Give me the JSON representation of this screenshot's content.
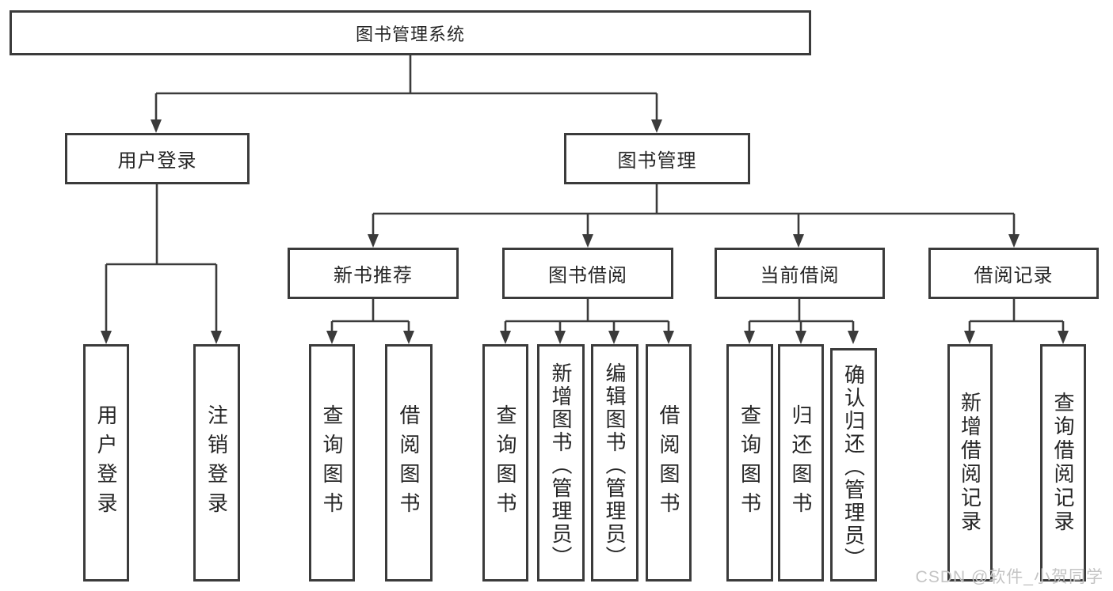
{
  "diagram": {
    "root": {
      "label": "图书管理系统"
    },
    "level2": [
      {
        "label": "用户登录"
      },
      {
        "label": "图书管理"
      }
    ],
    "level3": [
      {
        "label": "新书推荐"
      },
      {
        "label": "图书借阅"
      },
      {
        "label": "当前借阅"
      },
      {
        "label": "借阅记录"
      }
    ],
    "leaves": {
      "user_login": [
        {
          "label": "用户登录"
        },
        {
          "label": "注销登录"
        }
      ],
      "new_books": [
        {
          "label": "查询图书"
        },
        {
          "label": "借阅图书"
        }
      ],
      "book_borrow": [
        {
          "label": "查询图书"
        },
        {
          "label": "新增图书（管理员）"
        },
        {
          "label": "编辑图书（管理员）"
        },
        {
          "label": "借阅图书"
        }
      ],
      "current_borrow": [
        {
          "label": "查询图书"
        },
        {
          "label": "归还图书"
        },
        {
          "label": "确认归还（管理员）"
        }
      ],
      "borrow_records": [
        {
          "label": "新增借阅记录"
        },
        {
          "label": "查询借阅记录"
        }
      ]
    },
    "line_color": "#3b3b3b",
    "text_color": "#262626",
    "background_color": "#ffffff"
  },
  "watermark": {
    "text": "CSDN @软件_小贺同学",
    "color": "#c4c4c4"
  }
}
